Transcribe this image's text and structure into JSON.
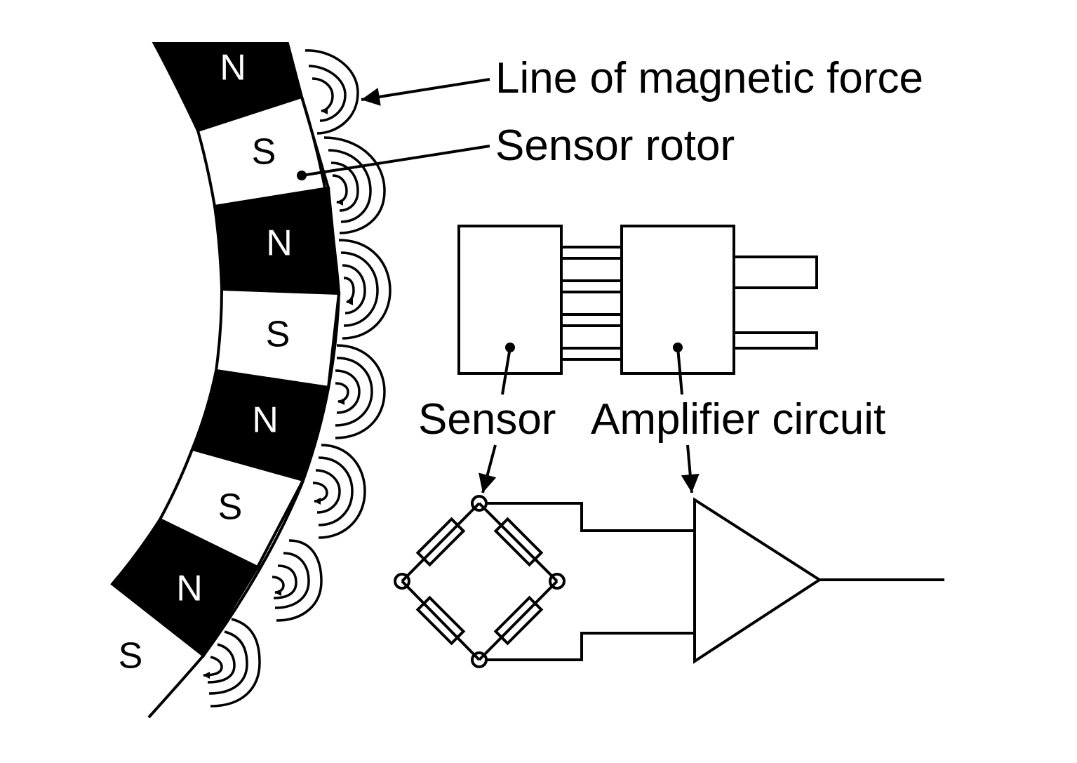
{
  "labels": {
    "line_of_magnetic_force": "Line of magnetic force",
    "sensor_rotor": "Sensor rotor",
    "sensor": "Sensor",
    "amplifier_circuit": "Amplifier circuit"
  },
  "poles": [
    "N",
    "S",
    "N",
    "S",
    "N",
    "S",
    "N",
    "S"
  ],
  "colors": {
    "ink": "#000000",
    "paper": "#ffffff"
  }
}
